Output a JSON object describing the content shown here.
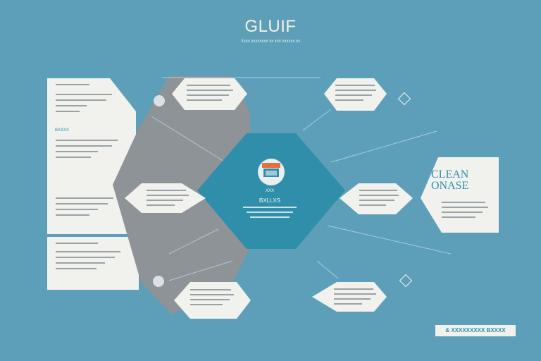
{
  "header": {
    "title": "GLUIF",
    "subtitle": "Xxxx xxxxxxxx xx xxx xxxxxx xx"
  },
  "hub": {
    "heading": "XXX",
    "subheading": "BXLLXS"
  },
  "side_card": {
    "title_line1": "CLEAN",
    "title_line2": "ONASE"
  },
  "left_panel": {
    "label": "BXXXX"
  },
  "footer_badge": {
    "label": "& XXXXXXXXX BXXXX"
  },
  "colors": {
    "background": "#5d9fb8",
    "hub": "#2f8faa",
    "card": "#f1f2ee",
    "wedge": "#8e9398",
    "accent_orange": "#e4703f"
  }
}
